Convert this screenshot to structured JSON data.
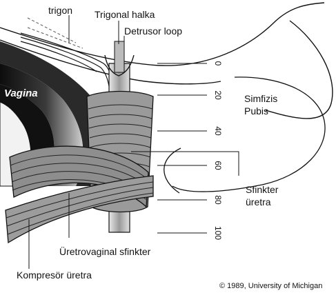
{
  "labels": {
    "trigon": "trigon",
    "trigonal_ring": "Trigonal halka",
    "detrusor_loop": "Detrusor loop",
    "vagina": "Vagina",
    "symphysis": "Simfizis",
    "pubis": "Pubis",
    "sphincter": "Sfinkter",
    "urethra": "üretra",
    "urethrovaginal_sphincter": "Üretrovaginal sfinkter",
    "compressor_urethra": "Kompresör üretra"
  },
  "depth_scale": {
    "ticks": [
      "0",
      "20",
      "40",
      "60",
      "80",
      "100"
    ]
  },
  "copyright": "© 1989, University of Michigan"
}
